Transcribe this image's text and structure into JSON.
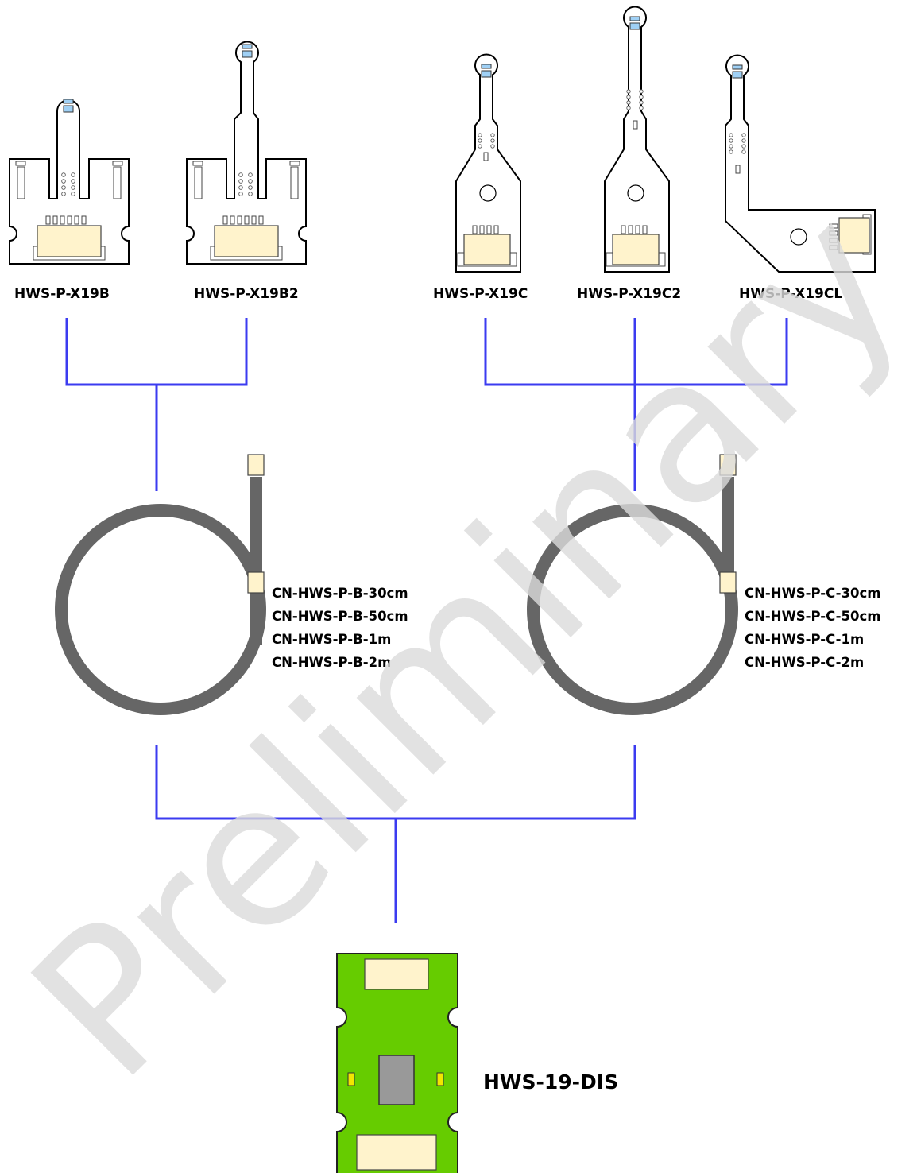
{
  "watermark": "Preliminary",
  "probes": [
    {
      "label": "HWS-P-X19B"
    },
    {
      "label": "HWS-P-X19B2"
    },
    {
      "label": "HWS-P-X19C"
    },
    {
      "label": "HWS-P-X19C2"
    },
    {
      "label": "HWS-P-X19CL"
    }
  ],
  "cables": [
    {
      "models": [
        "CN-HWS-P-B-30cm",
        "CN-HWS-P-B-50cm",
        "CN-HWS-P-B-1m",
        "CN-HWS-P-B-2m"
      ]
    },
    {
      "models": [
        "CN-HWS-P-C-30cm",
        "CN-HWS-P-C-50cm",
        "CN-HWS-P-C-1m",
        "CN-HWS-P-C-2m"
      ]
    }
  ],
  "board": {
    "label": "HWS-19-DIS"
  },
  "colors": {
    "connection_line": "#3b3bf0",
    "cable": "#666666",
    "connector": "#fff3cc",
    "sensor": "#9fd0f5",
    "board": "#66cc00",
    "watermark": "#dcdcdc"
  }
}
